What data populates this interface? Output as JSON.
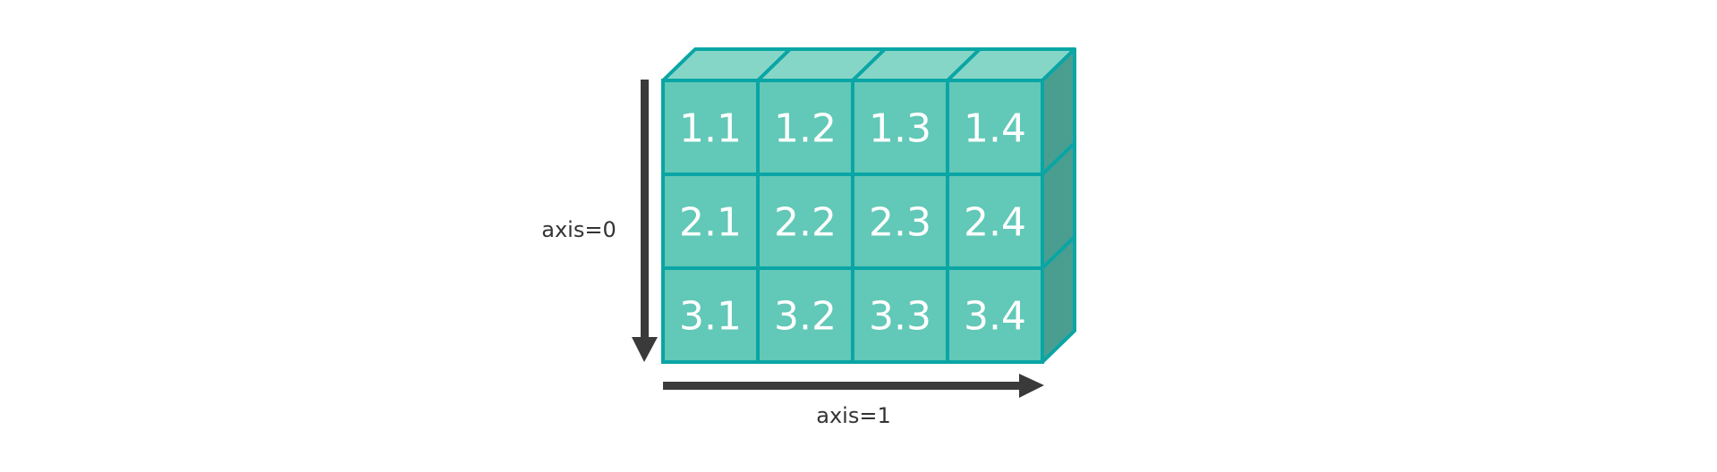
{
  "colors": {
    "face": "#62c8b7",
    "top": "#86d6c8",
    "side": "#4a9e90",
    "border": "#0aa5a5",
    "arrow": "#3a3a3a",
    "label_text": "#333333",
    "cell_text": "#ffffff"
  },
  "grid": {
    "rows": [
      [
        "1.1",
        "1.2",
        "1.3",
        "1.4"
      ],
      [
        "2.1",
        "2.2",
        "2.3",
        "2.4"
      ],
      [
        "3.1",
        "3.2",
        "3.3",
        "3.4"
      ]
    ]
  },
  "axes": {
    "axis0_label": "axis=0",
    "axis1_label": "axis=1"
  }
}
